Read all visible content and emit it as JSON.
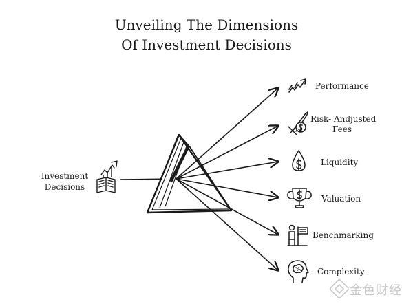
{
  "title": {
    "line1": "Unveiling The Dimensions",
    "line2": "Of Investment Decisions"
  },
  "source": {
    "line1": "Investment",
    "line2": "Decisions",
    "icon": "book-growth-icon"
  },
  "center": {
    "icon": "prism-icon"
  },
  "dimensions": [
    {
      "label": "Performance",
      "icon": "trend-line-icon"
    },
    {
      "label_line1": "Risk- Andjusted",
      "label_line2": "Fees",
      "icon": "sword-coin-icon"
    },
    {
      "label": "Liquidity",
      "icon": "dollar-drop-icon"
    },
    {
      "label": "Valuation",
      "icon": "trophy-dollar-icon"
    },
    {
      "label": "Benchmarking",
      "icon": "person-flag-icon"
    },
    {
      "label": "Complexity",
      "icon": "head-brain-icon"
    }
  ],
  "watermark": {
    "text": "金色财经",
    "icon": "watermark-logo-icon"
  },
  "colors": {
    "ink": "#1a1a1a",
    "background": "#ffffff",
    "watermark": "#c9c9c9"
  }
}
